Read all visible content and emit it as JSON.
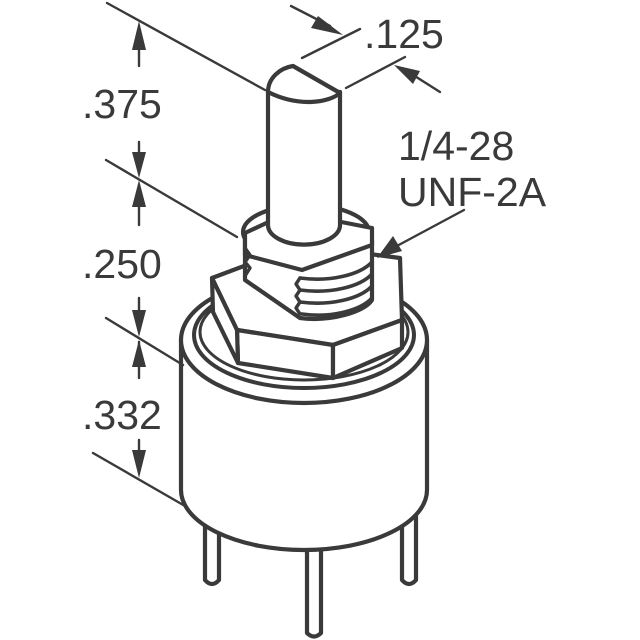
{
  "diagram": {
    "type": "mechanical-dimension-drawing",
    "subject": "panel-mount potentiometer with D-shaft",
    "colors": {
      "line": "#3a3a3a",
      "background": "#ffffff"
    },
    "dimensions": {
      "shaft_flat": {
        "value": ".125",
        "description": "shaft flat width"
      },
      "shaft_length": {
        "value": ".375",
        "description": "shaft length"
      },
      "bushing_length": {
        "value": ".250",
        "description": "threaded bushing length"
      },
      "body_height": {
        "value": ".332",
        "description": "body height"
      }
    },
    "thread_callout": {
      "line1": "1/4-28",
      "line2": "UNF-2A"
    }
  }
}
